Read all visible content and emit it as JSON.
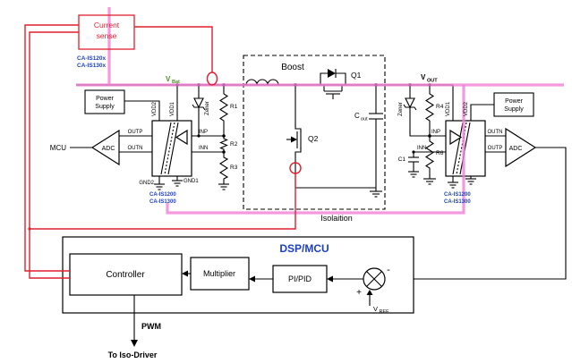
{
  "colors": {
    "red": "#e01f2f",
    "pink": "#f27fd7",
    "blue": "#1d3fc4",
    "green": "#4f8f2a"
  },
  "current_sense": {
    "line1": "Current",
    "line2": "sense",
    "part1": "CA-IS120x",
    "part2": "CA-IS130x"
  },
  "power_supply_left": {
    "line1": "Power",
    "line2": "Supply"
  },
  "power_supply_right": {
    "line1": "Power",
    "line2": "Supply"
  },
  "mcu_label": "MCU",
  "adc_left": "ADC",
  "adc_right": "ADC",
  "vbat": {
    "main": "V",
    "sub": "Bat"
  },
  "vout": {
    "main": "V",
    "sub": "OUT"
  },
  "boost": {
    "title": "Boost",
    "q1": "Q1",
    "q2": "Q2",
    "cout_main": "C",
    "cout_sub": "out"
  },
  "isolation_label": "Isolaition",
  "left_divider": {
    "zener": "Zener",
    "r1": "R1",
    "r2": "R2",
    "r3": "R3"
  },
  "right_divider": {
    "zener": "Zener",
    "r4": "R4",
    "r6": "R6",
    "c1": "C1"
  },
  "amp_left": {
    "vdd2": "VDD2",
    "vdd1": "VDD1",
    "outp": "OUTP",
    "outn": "OUTN",
    "inp": "INP",
    "inn": "INN",
    "gnd2": "GND2",
    "gnd1": "GND1",
    "part1": "CA-IS1200",
    "part2": "CA-IS1300"
  },
  "amp_right": {
    "vdd1": "VDD1",
    "vdd2": "VDD2",
    "inp": "INP",
    "inn": "INN",
    "outn": "OUTN",
    "outp": "OUTP",
    "part1": "CA-IS1200",
    "part2": "CA-IS1300"
  },
  "control": {
    "title": "DSP/MCU",
    "controller": "Controller",
    "multiplier": "Multiplier",
    "pi_pid": "PI/PID",
    "plus": "+",
    "minus": "-",
    "vref_main": "V",
    "vref_sub": "REF",
    "pwm": "PWM",
    "to_iso_driver": "To Iso-Driver"
  }
}
